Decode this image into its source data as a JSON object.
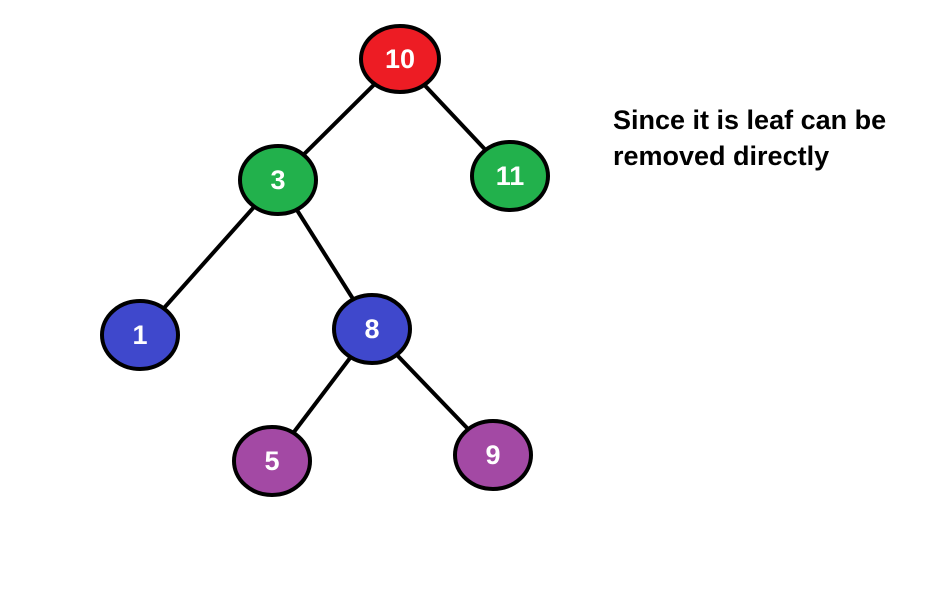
{
  "tree": {
    "nodes": [
      {
        "id": "n10",
        "label": "10",
        "color": "#ed1c24"
      },
      {
        "id": "n3",
        "label": "3",
        "color": "#22b14c"
      },
      {
        "id": "n11",
        "label": "11",
        "color": "#22b14c"
      },
      {
        "id": "n1",
        "label": "1",
        "color": "#3f48cc"
      },
      {
        "id": "n8",
        "label": "8",
        "color": "#3f48cc"
      },
      {
        "id": "n5",
        "label": "5",
        "color": "#a349a4"
      },
      {
        "id": "n9",
        "label": "9",
        "color": "#a349a4"
      }
    ],
    "edges": [
      {
        "from": "n10",
        "to": "n3"
      },
      {
        "from": "n10",
        "to": "n11"
      },
      {
        "from": "n3",
        "to": "n1"
      },
      {
        "from": "n3",
        "to": "n8"
      },
      {
        "from": "n8",
        "to": "n5"
      },
      {
        "from": "n8",
        "to": "n9"
      }
    ]
  },
  "note": {
    "line1": "Since it is leaf can be",
    "line2": "removed directly"
  }
}
